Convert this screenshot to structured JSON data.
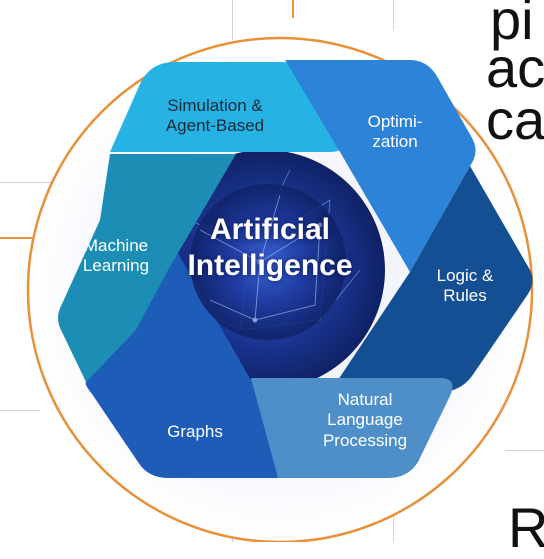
{
  "background_text": {
    "line1": "pi",
    "line2": "ac",
    "line3": "ca",
    "line4": "R"
  },
  "center": {
    "title": "Artificial\nIntelligence"
  },
  "segments": [
    {
      "id": "simulation",
      "label": "Simulation &\nAgent-Based",
      "color": "#27b2e4"
    },
    {
      "id": "optimization",
      "label": "Optimi-\nzation",
      "color": "#2c83d8"
    },
    {
      "id": "logic",
      "label": "Logic &\nRules",
      "color": "#144e93"
    },
    {
      "id": "nlp",
      "label": "Natural\nLanguage\nProcessing",
      "color": "#4f8fc9"
    },
    {
      "id": "graphs",
      "label": "Graphs",
      "color": "#1d5db8"
    },
    {
      "id": "ml",
      "label": "Machine\nLearning",
      "color": "#1c8eb5"
    }
  ],
  "colors": {
    "ring": "#e7913a",
    "center_glow": "#1a2f7a"
  }
}
